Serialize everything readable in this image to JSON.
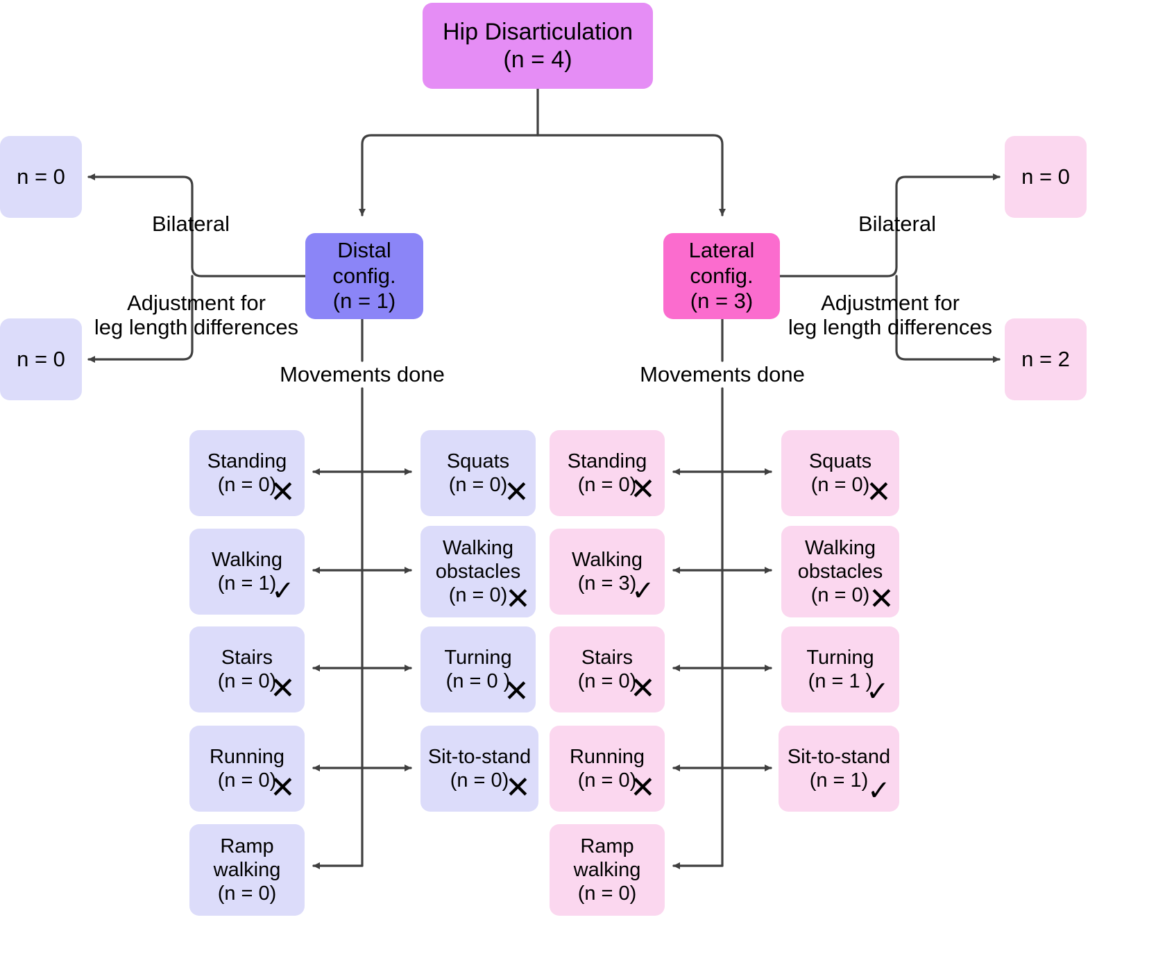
{
  "diagram": {
    "title": "Hip Disarticulation participant flow and movements performed",
    "colors": {
      "root": "#e58df5",
      "distal": "#8b85f7",
      "lateral": "#fb6cce",
      "distal_pale": "#dcdcfa",
      "lateral_pale": "#fbd7ef",
      "edge": "#3f3f3f",
      "text": "#000000"
    },
    "root": {
      "label": "Hip Disarticulation",
      "count": "(n = 4)"
    },
    "branches": [
      {
        "key": "distal",
        "label": "Distal",
        "label2": "config.",
        "count": "(n = 1)",
        "side_label_bilateral": "Bilateral",
        "side_label_adjustment": "Adjustment for\nleg length differences",
        "bilateral_value": "n = 0",
        "adjustment_value": "n =  0",
        "movements_label": "Movements done",
        "movements_left": [
          {
            "name": "Standing",
            "count": "(n = 0)",
            "mark": "cross"
          },
          {
            "name": "Walking",
            "count": "(n = 1)",
            "mark": "check"
          },
          {
            "name": "Stairs",
            "count": "(n = 0)",
            "mark": "cross"
          },
          {
            "name": "Running",
            "count": "(n = 0)",
            "mark": "cross"
          },
          {
            "name": "Ramp\nwalking",
            "count": "(n =  0)",
            "mark": "none"
          }
        ],
        "movements_right": [
          {
            "name": "Squats",
            "count": "(n = 0)",
            "mark": "cross"
          },
          {
            "name": "Walking\nobstacles",
            "count": "(n = 0)",
            "mark": "cross"
          },
          {
            "name": "Turning",
            "count": "(n = 0 )",
            "mark": "cross"
          },
          {
            "name": "Sit-to-stand",
            "count": "(n = 0)",
            "mark": "cross"
          }
        ]
      },
      {
        "key": "lateral",
        "label": "Lateral",
        "label2": "config.",
        "count": "(n = 3)",
        "side_label_bilateral": "Bilateral",
        "side_label_adjustment": "Adjustment for\nleg length differences",
        "bilateral_value": "n = 0",
        "adjustment_value": "n = 2",
        "movements_label": "Movements done",
        "movements_left": [
          {
            "name": "Standing",
            "count": "(n = 0)",
            "mark": "cross"
          },
          {
            "name": "Walking",
            "count": "(n = 3)",
            "mark": "check"
          },
          {
            "name": "Stairs",
            "count": "(n = 0)",
            "mark": "cross"
          },
          {
            "name": "Running",
            "count": "(n = 0)",
            "mark": "cross"
          },
          {
            "name": "Ramp\nwalking",
            "count": "(n =  0)",
            "mark": "none"
          }
        ],
        "movements_right": [
          {
            "name": "Squats",
            "count": "(n = 0)",
            "mark": "cross"
          },
          {
            "name": "Walking\nobstacles",
            "count": "(n = 0)",
            "mark": "cross"
          },
          {
            "name": "Turning",
            "count": "(n = 1 )",
            "mark": "check"
          },
          {
            "name": "Sit-to-stand",
            "count": "(n = 1)",
            "mark": "check"
          }
        ]
      }
    ],
    "glyphs": {
      "cross": "✕",
      "check": "✓"
    }
  }
}
